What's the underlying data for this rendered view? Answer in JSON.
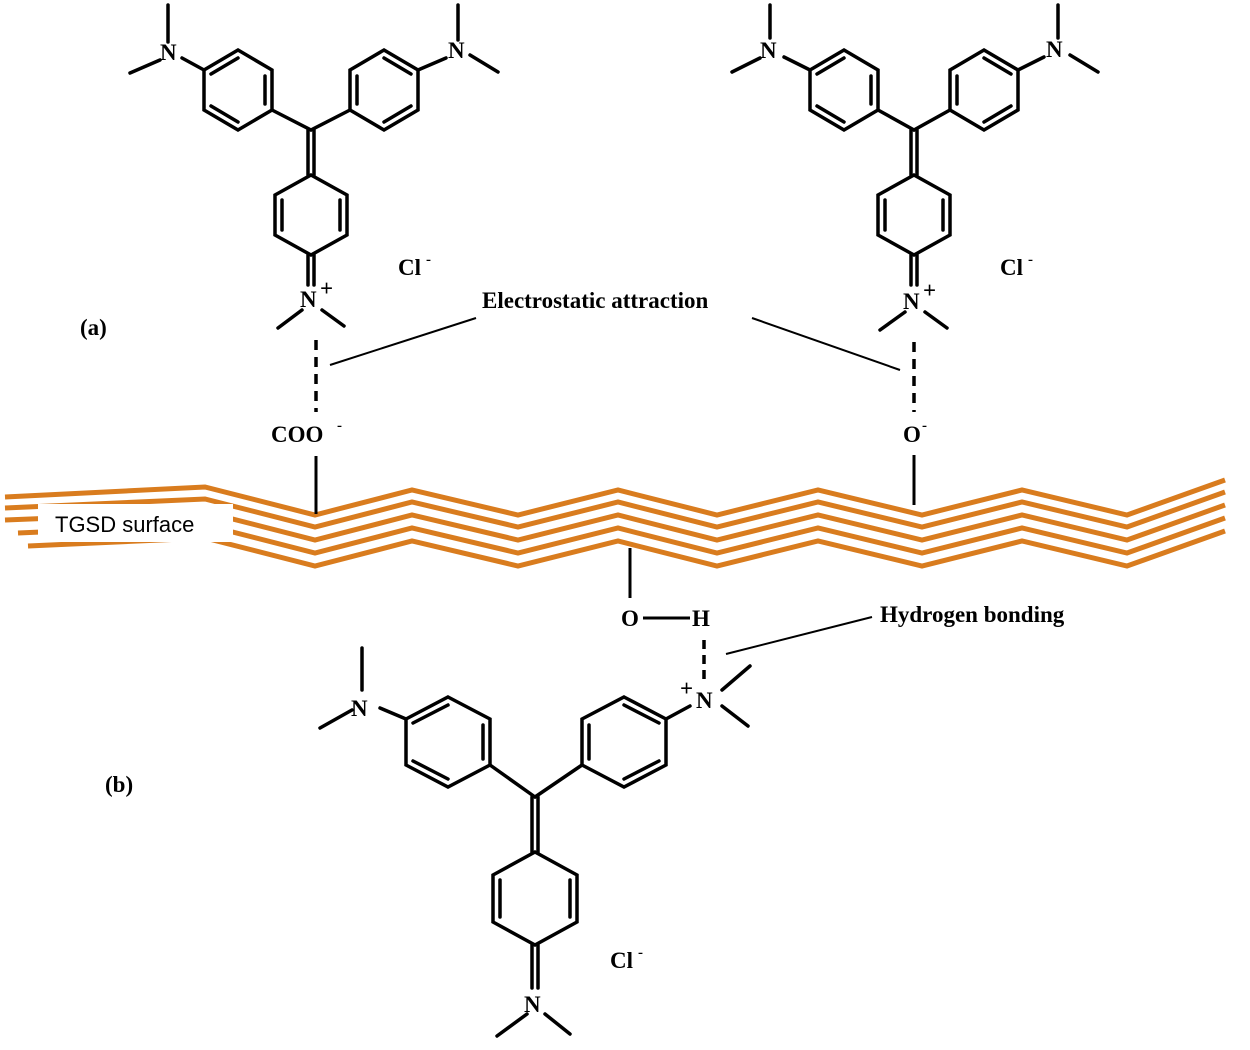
{
  "labels": {
    "panel_a": "(a)",
    "panel_b": "(b)",
    "electrostatic": "Electrostatic attraction",
    "hydrogen": "Hydrogen bonding",
    "surface": "TGSD surface",
    "coo": "COO",
    "coo_charge": "-",
    "o_minus": "O",
    "o_charge": "-",
    "oh_o": "O",
    "oh_h": "H",
    "nitrogen": "N",
    "plus": "+",
    "chloride": "Cl",
    "chloride_charge": "-"
  },
  "colors": {
    "surface": "#d97c1e",
    "ink": "#000000"
  }
}
